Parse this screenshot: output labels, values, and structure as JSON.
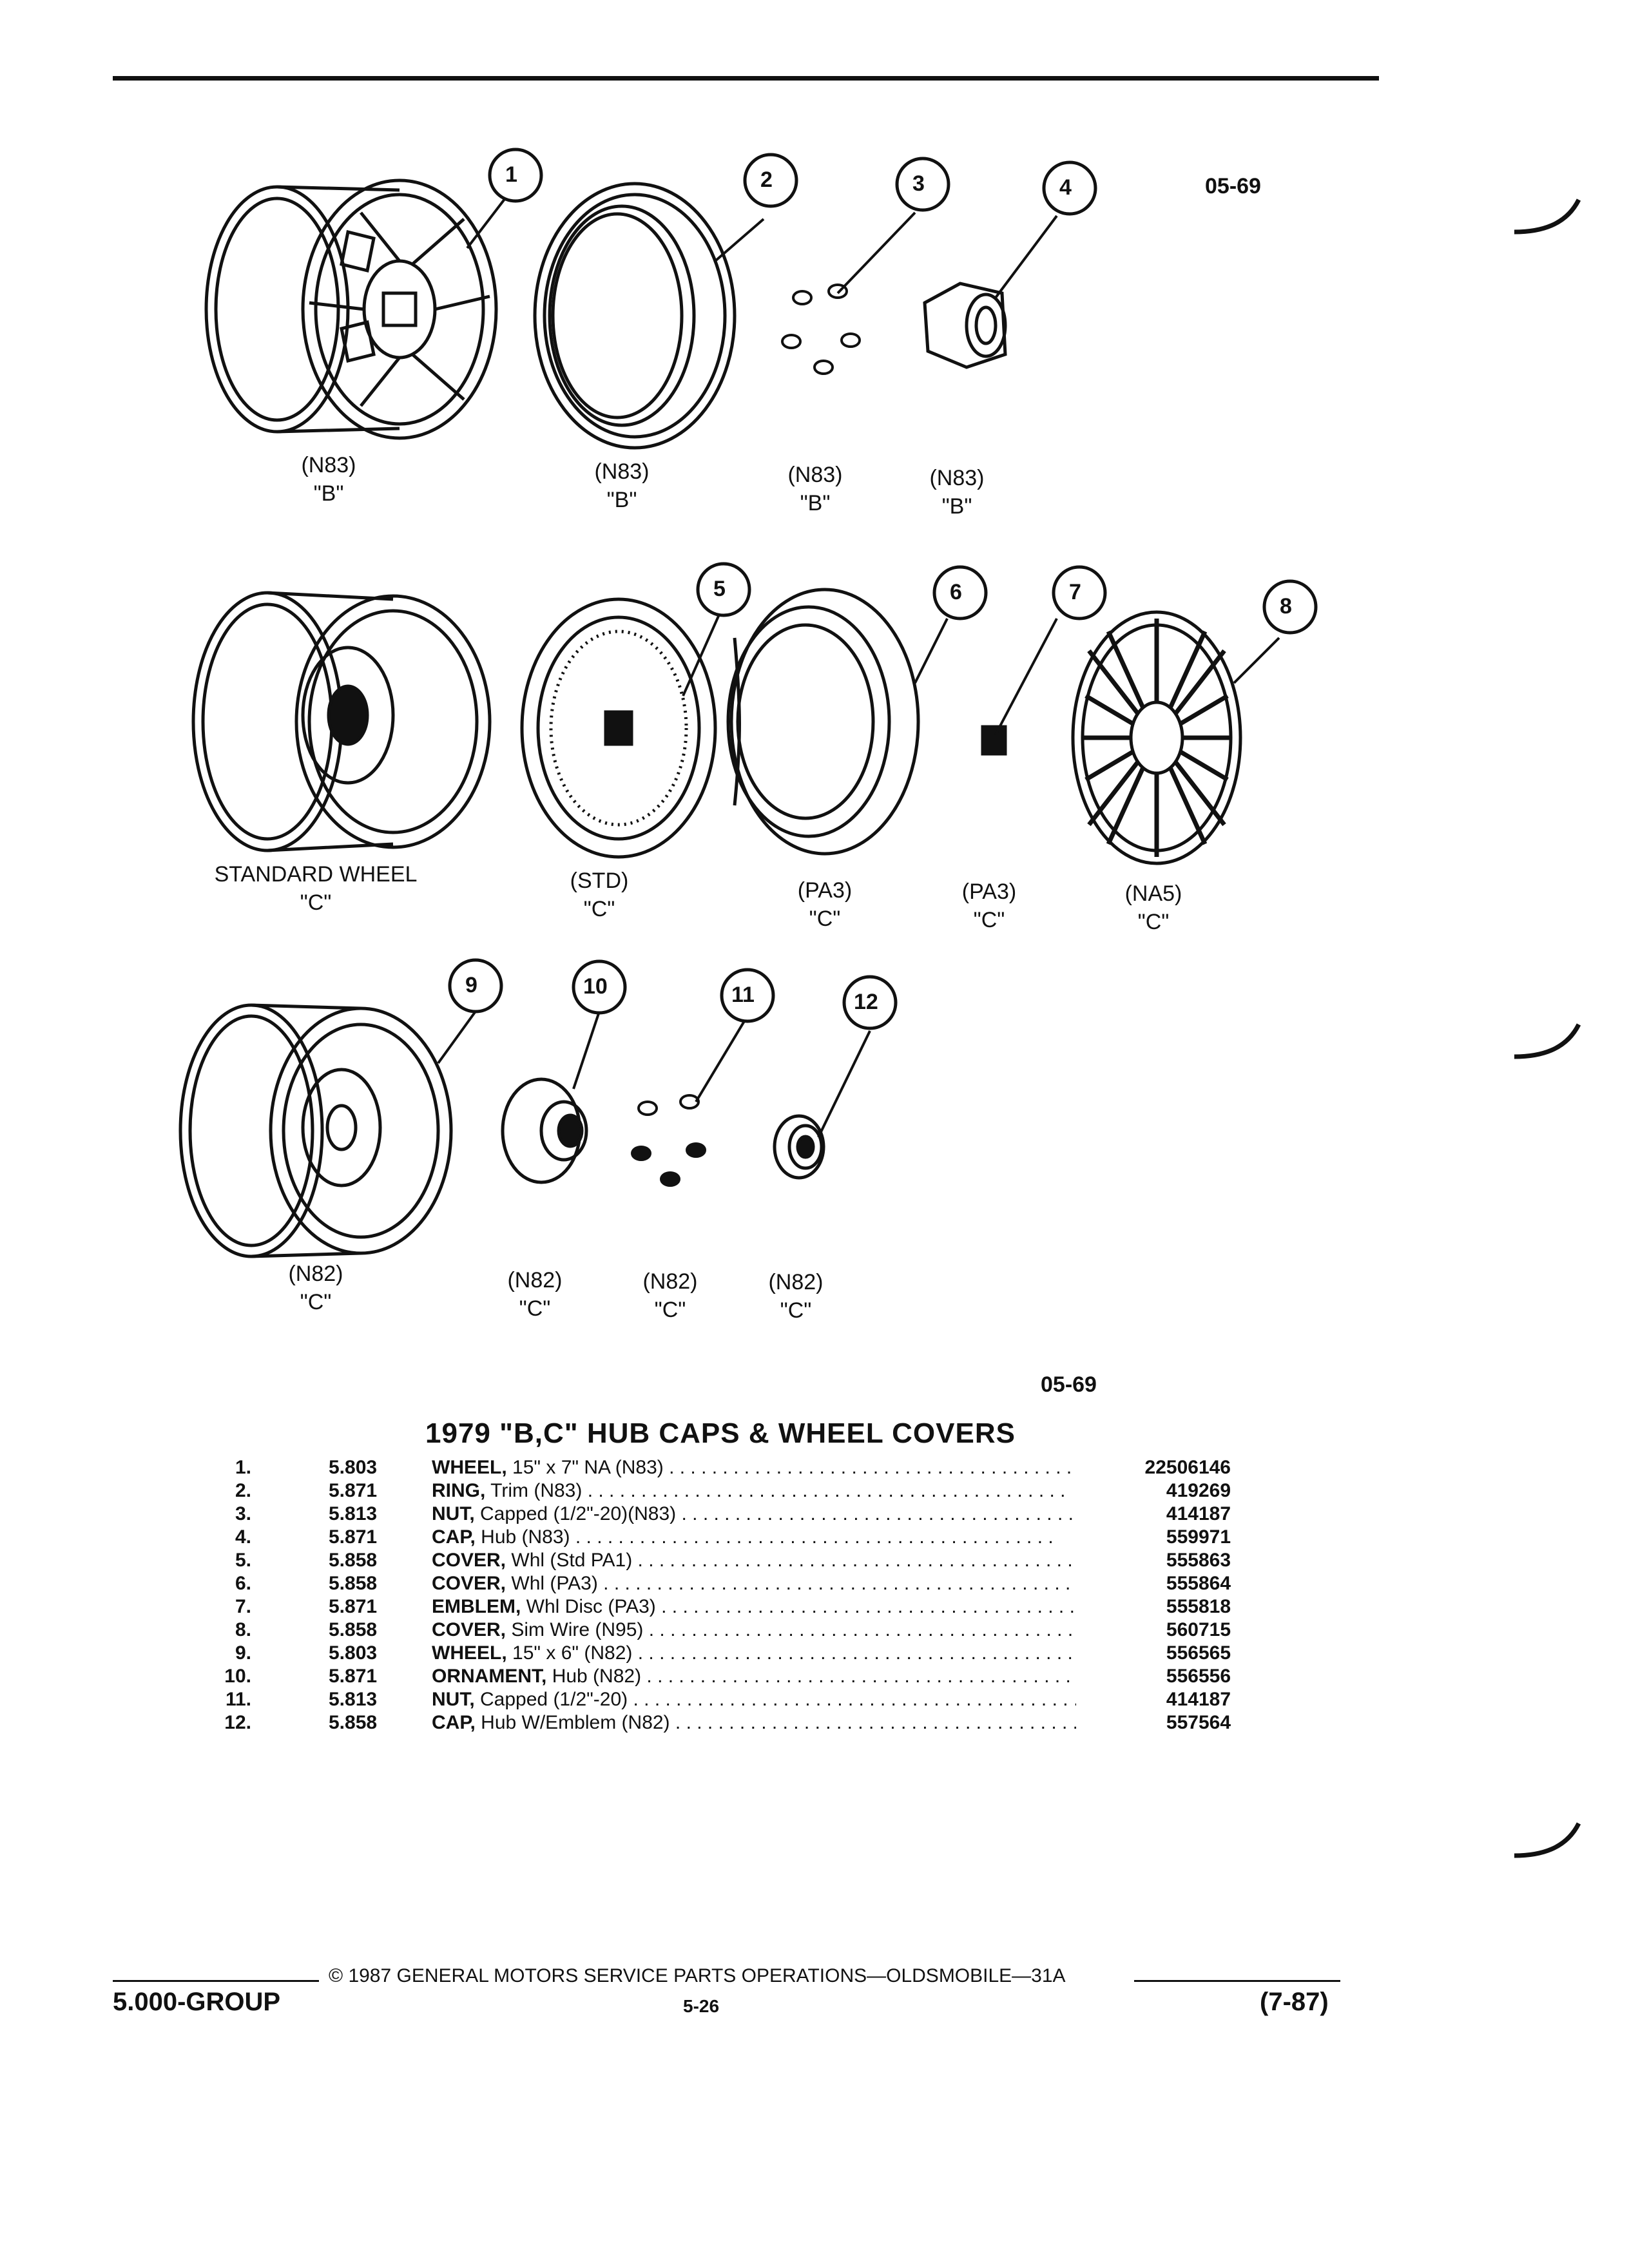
{
  "illustration_refs": {
    "top": "05-69",
    "bottom": "05-69"
  },
  "callouts": [
    "1",
    "2",
    "3",
    "4",
    "5",
    "6",
    "7",
    "8",
    "9",
    "10",
    "11",
    "12"
  ],
  "captions": [
    {
      "code": "(N83)",
      "series": "\"B\""
    },
    {
      "code": "(N83)",
      "series": "\"B\""
    },
    {
      "code": "(N83)",
      "series": "\"B\""
    },
    {
      "code": "(N83)",
      "series": "\"B\""
    },
    {
      "code": "STANDARD WHEEL",
      "series": "\"C\""
    },
    {
      "code": "(STD)",
      "series": "\"C\""
    },
    {
      "code": "(PA3)",
      "series": "\"C\""
    },
    {
      "code": "(PA3)",
      "series": "\"C\""
    },
    {
      "code": "(NA5)",
      "series": "\"C\""
    },
    {
      "code": "(N82)",
      "series": "\"C\""
    },
    {
      "code": "(N82)",
      "series": "\"C\""
    },
    {
      "code": "(N82)",
      "series": "\"C\""
    },
    {
      "code": "(N82)",
      "series": "\"C\""
    }
  ],
  "title": "1979 \"B,C\" HUB CAPS & WHEEL COVERS",
  "parts": [
    {
      "num": "1.",
      "group": "5.803",
      "name": "WHEEL,",
      "detail": "15\" x 7\" NA (N83)",
      "part": "22506146"
    },
    {
      "num": "2.",
      "group": "5.871",
      "name": "RING,",
      "detail": "Trim (N83)",
      "part": "419269"
    },
    {
      "num": "3.",
      "group": "5.813",
      "name": "NUT,",
      "detail": "Capped (1/2\"-20)(N83)",
      "part": "414187"
    },
    {
      "num": "4.",
      "group": "5.871",
      "name": "CAP,",
      "detail": "Hub (N83)",
      "part": "559971"
    },
    {
      "num": "5.",
      "group": "5.858",
      "name": "COVER,",
      "detail": "Whl (Std PA1)",
      "part": "555863"
    },
    {
      "num": "6.",
      "group": "5.858",
      "name": "COVER,",
      "detail": "Whl (PA3)",
      "part": "555864"
    },
    {
      "num": "7.",
      "group": "5.871",
      "name": "EMBLEM,",
      "detail": "Whl Disc (PA3)",
      "part": "555818"
    },
    {
      "num": "8.",
      "group": "5.858",
      "name": "COVER,",
      "detail": "Sim Wire (N95)",
      "part": "560715"
    },
    {
      "num": "9.",
      "group": "5.803",
      "name": "WHEEL,",
      "detail": "15\" x 6\" (N82)",
      "part": "556565"
    },
    {
      "num": "10.",
      "group": "5.871",
      "name": "ORNAMENT,",
      "detail": "Hub (N82)",
      "part": "556556"
    },
    {
      "num": "11.",
      "group": "5.813",
      "name": "NUT,",
      "detail": "Capped (1/2\"-20)",
      "part": "414187"
    },
    {
      "num": "12.",
      "group": "5.858",
      "name": "CAP,",
      "detail": "Hub W/Emblem (N82)",
      "part": "557564"
    }
  ],
  "footer": {
    "copyright": "© 1987 GENERAL MOTORS SERVICE PARTS OPERATIONS—OLDSMOBILE—31A",
    "group": "5.000-GROUP",
    "page": "5-26",
    "date": "(7-87)"
  }
}
